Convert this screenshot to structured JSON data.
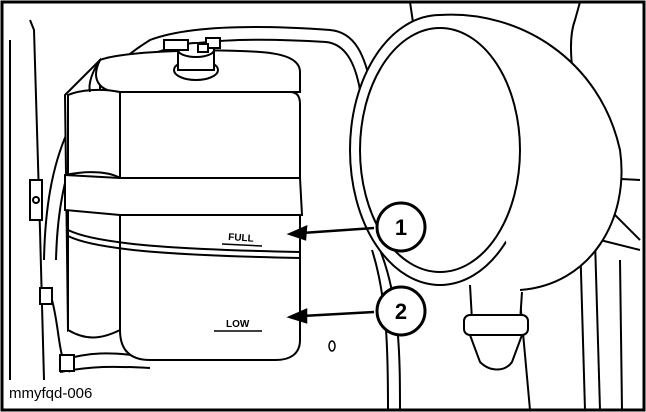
{
  "figure": {
    "code": "mmyfqd-006",
    "tank_marks": {
      "full": "FULL",
      "low": "LOW"
    },
    "callouts": [
      {
        "number": "1"
      },
      {
        "number": "2"
      }
    ],
    "colors": {
      "line": "#000000",
      "background": "#ffffff"
    }
  }
}
